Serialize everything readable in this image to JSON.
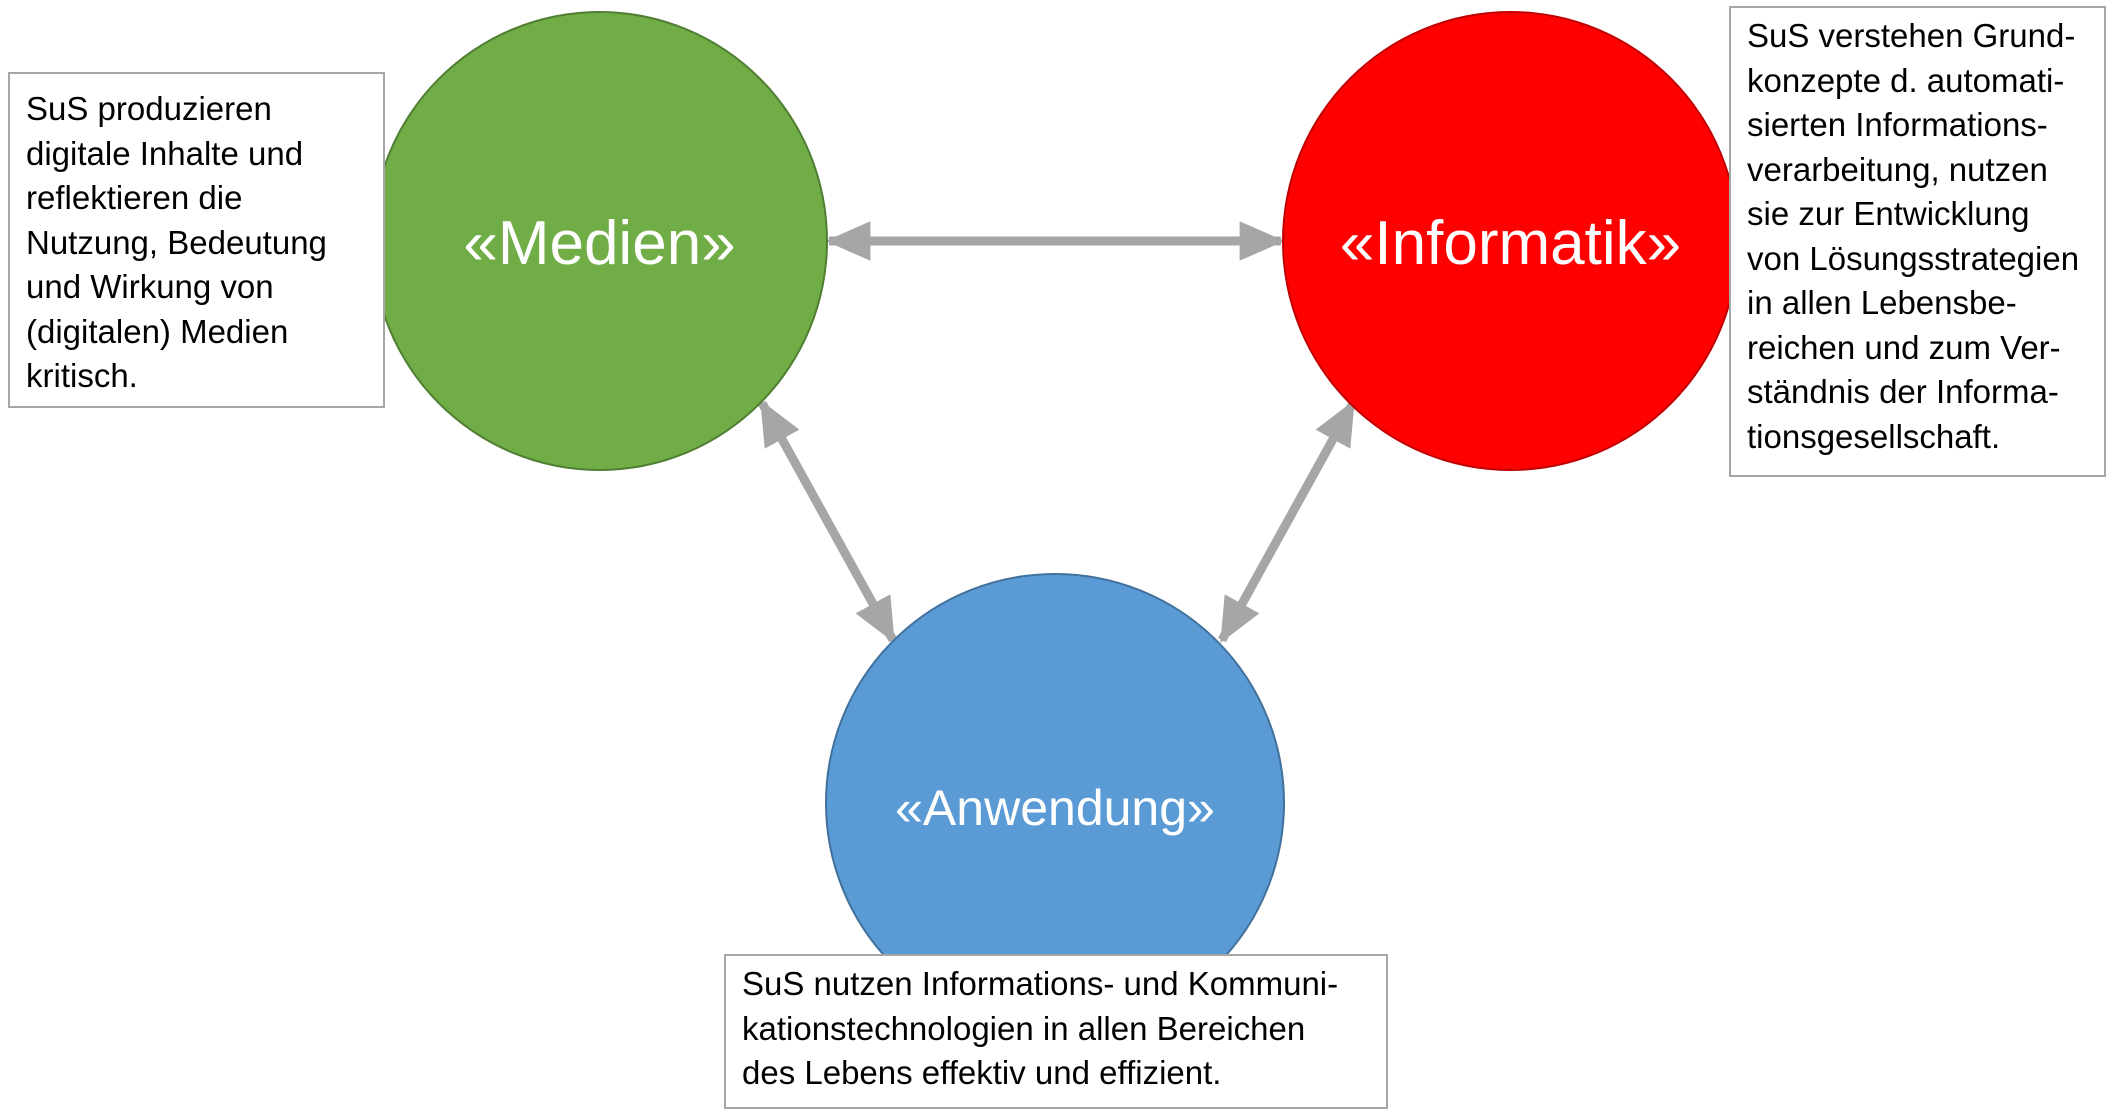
{
  "colors": {
    "medien": "#70AD47",
    "medien_border": "#507E32",
    "informatik": "#FF0000",
    "informatik_border": "#C00000",
    "anwendung": "#5B9BD5",
    "anwendung_border": "#41719C",
    "arrow": "#A6A6A6"
  },
  "circles": {
    "medien": {
      "label": "«Medien»"
    },
    "informatik": {
      "label": "«Informatik»"
    },
    "anwendung": {
      "label": "«Anwendung»"
    }
  },
  "boxes": {
    "medien": {
      "lines": [
        "SuS produzieren",
        "digitale Inhalte und",
        "reflektieren die",
        "Nutzung, Bedeutung",
        "und Wirkung von",
        "(digitalen) Medien",
        "kritisch."
      ]
    },
    "informatik": {
      "lines": [
        "SuS verstehen Grund-",
        "konzepte d. automati-",
        "sierten Informations-",
        "verarbeitung, nutzen",
        "sie zur Entwicklung",
        "von Lösungsstrategien",
        "in allen Lebensbe-",
        "reichen und zum Ver-",
        "ständnis der Informa-",
        "tionsgesellschaft."
      ]
    },
    "anwendung": {
      "lines": [
        "SuS nutzen Informations- und Kommuni-",
        "kationstechnologien in allen Bereichen",
        "des Lebens effektiv und effizient."
      ]
    }
  }
}
